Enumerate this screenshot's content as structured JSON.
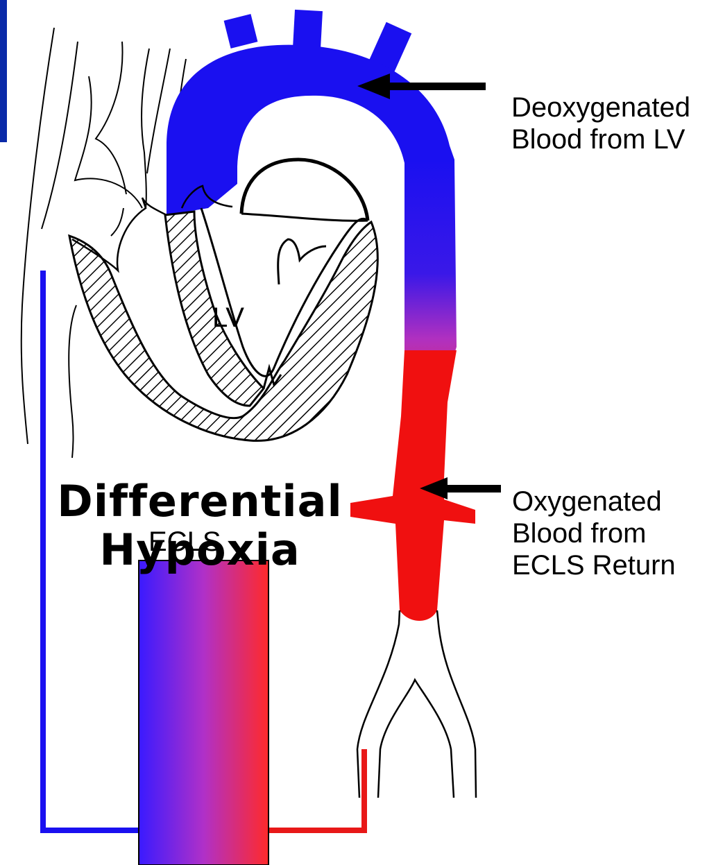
{
  "labels": {
    "deoxygenated": "Deoxygenated\nBlood from LV",
    "oxygenated": "Oxygenated\nBlood from\nECLS Return",
    "lv": "LV",
    "title": "Differential\nHypoxia",
    "ecls": "ECLS"
  },
  "colors": {
    "deoxygenated_blood": "#1a10f0",
    "oxygenated_blood": "#f01818",
    "outline": "#000000",
    "corner_bar": "#0a2aa8"
  }
}
